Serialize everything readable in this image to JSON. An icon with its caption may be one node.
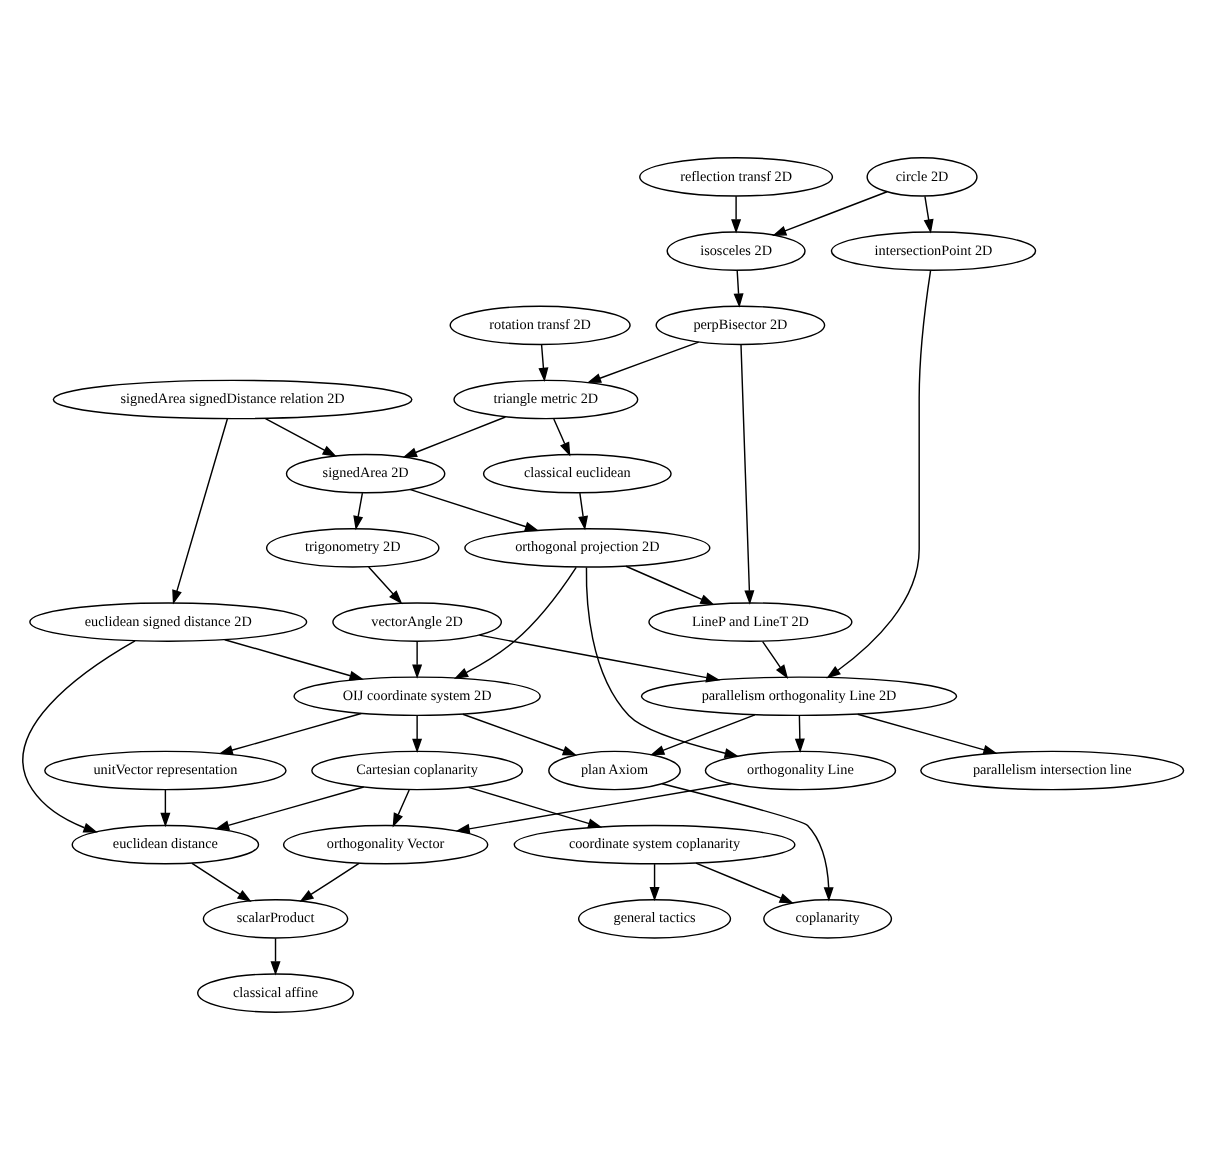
{
  "diagram": {
    "nodes": [
      {
        "text": [
          "reflection transf 2D"
        ]
      },
      {
        "text": [
          "circle 2D"
        ]
      },
      {
        "text": [
          "isosceles 2D"
        ]
      },
      {
        "text": [
          "intersectionPoint 2D"
        ]
      },
      {
        "text": [
          "rotation transf 2D"
        ]
      },
      {
        "text": [
          "perpBisector 2D"
        ]
      },
      {
        "text": [
          "signedArea signedDistance relation 2D"
        ]
      },
      {
        "text": [
          "triangle metric 2D"
        ]
      },
      {
        "text": [
          "signedArea 2D"
        ]
      },
      {
        "text": [
          "classical euclidean"
        ]
      },
      {
        "text": [
          "trigonometry 2D"
        ]
      },
      {
        "text": [
          "orthogonal projection 2D"
        ]
      },
      {
        "text": [
          "euclidean signed distance 2D"
        ]
      },
      {
        "text": [
          "vectorAngle 2D"
        ]
      },
      {
        "text": [
          "LineP and LineT 2D"
        ]
      },
      {
        "text": [
          "OIJ coordinate system 2D"
        ]
      },
      {
        "text": [
          "parallelism orthogonality Line 2D"
        ]
      },
      {
        "text": [
          "unitVector representation"
        ]
      },
      {
        "text": [
          "Cartesian coplanarity"
        ]
      },
      {
        "text": [
          "plan Axiom"
        ]
      },
      {
        "text": [
          "orthogonality Line"
        ]
      },
      {
        "text": [
          "euclidean distance"
        ]
      },
      {
        "text": [
          "orthogonality Vector"
        ]
      },
      {
        "text": [
          "scalarProduct"
        ]
      },
      {
        "text": [
          "coordinate system coplanarity"
        ]
      },
      {
        "text": [
          "classical affine"
        ]
      },
      {
        "text": [
          "general tactics"
        ]
      },
      {
        "text": [
          "coplanarity"
        ]
      },
      {
        "text": [
          "parallelism intersection line"
        ]
      }
    ],
    "edges": [
      {
        "from": 0,
        "to": 2,
        "arrow": "to"
      },
      {
        "from": 1,
        "to": 2,
        "arrow": "to"
      },
      {
        "from": 1,
        "to": 3,
        "arrow": "to"
      },
      {
        "from": 2,
        "to": 5,
        "arrow": "to"
      },
      {
        "from": 4,
        "to": 7,
        "arrow": "to"
      },
      {
        "from": 5,
        "to": 7,
        "arrow": "to"
      },
      {
        "from": 5,
        "to": 14,
        "arrow": "to"
      },
      {
        "from": 3,
        "to": 16,
        "arrow": "to"
      },
      {
        "from": 6,
        "to": 8,
        "arrow": "to"
      },
      {
        "from": 6,
        "to": 12,
        "arrow": "to"
      },
      {
        "from": 7,
        "to": 8,
        "arrow": "to"
      },
      {
        "from": 7,
        "to": 9,
        "arrow": "to"
      },
      {
        "from": 8,
        "to": 10,
        "arrow": "to"
      },
      {
        "from": 8,
        "to": 11,
        "arrow": "to"
      },
      {
        "from": 9,
        "to": 11,
        "arrow": "to"
      },
      {
        "from": 10,
        "to": 13,
        "arrow": "to"
      },
      {
        "from": 11,
        "to": 15,
        "arrow": "to"
      },
      {
        "from": 11,
        "to": 14,
        "arrow": "to"
      },
      {
        "from": 11,
        "to": 20,
        "arrow": "to"
      },
      {
        "from": 12,
        "to": 15,
        "arrow": "to"
      },
      {
        "from": 12,
        "to": 21,
        "arrow": "to"
      },
      {
        "from": 13,
        "to": 15,
        "arrow": "to"
      },
      {
        "from": 13,
        "to": 16,
        "arrow": "to"
      },
      {
        "from": 14,
        "to": 16,
        "arrow": "to"
      },
      {
        "from": 15,
        "to": 17,
        "arrow": "to"
      },
      {
        "from": 15,
        "to": 18,
        "arrow": "to"
      },
      {
        "from": 15,
        "to": 19,
        "arrow": "to"
      },
      {
        "from": 16,
        "to": 19,
        "arrow": "to"
      },
      {
        "from": 16,
        "to": 20,
        "arrow": "to"
      },
      {
        "from": 16,
        "to": 28,
        "arrow": "to"
      },
      {
        "from": 17,
        "to": 21,
        "arrow": "to"
      },
      {
        "from": 18,
        "to": 21,
        "arrow": "to"
      },
      {
        "from": 18,
        "to": 22,
        "arrow": "to"
      },
      {
        "from": 18,
        "to": 24,
        "arrow": "to"
      },
      {
        "from": 19,
        "to": 27,
        "arrow": "to"
      },
      {
        "from": 20,
        "to": 22,
        "arrow": "to"
      },
      {
        "from": 21,
        "to": 23,
        "arrow": "to"
      },
      {
        "from": 22,
        "to": 23,
        "arrow": "to"
      },
      {
        "from": 23,
        "to": 25,
        "arrow": "to"
      },
      {
        "from": 24,
        "to": 26,
        "arrow": "to"
      },
      {
        "from": 24,
        "to": 27,
        "arrow": "to"
      }
    ]
  }
}
